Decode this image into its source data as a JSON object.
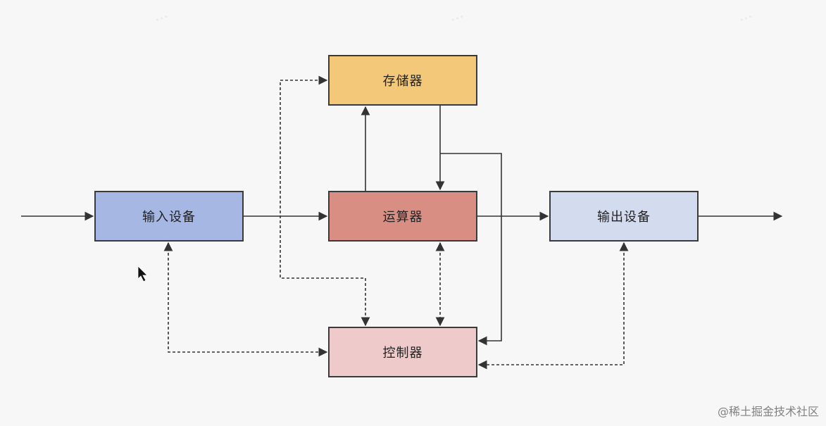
{
  "colors": {
    "storage": "#f3c878",
    "alu": "#d98e84",
    "input": "#a6b7e3",
    "output": "#d3dcee",
    "control": "#efcaca",
    "line": "#333333"
  },
  "nodes": {
    "storage": "存储器",
    "alu": "运算器",
    "input": "输入设备",
    "output": "输出设备",
    "control": "控制器"
  },
  "watermark": "@稀土掘金技术社区"
}
